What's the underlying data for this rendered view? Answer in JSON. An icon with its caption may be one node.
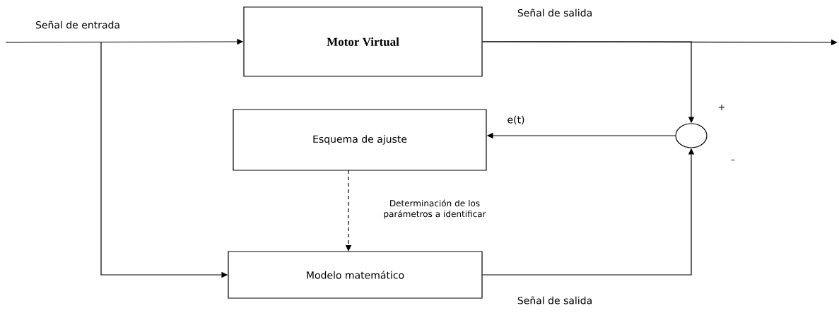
{
  "diagram": {
    "nodes": [
      {
        "text": [
          "Motor Virtual"
        ]
      },
      {
        "text": [
          "Esquema de ajuste"
        ]
      },
      {
        "text": [
          "Modelo matemático"
        ]
      },
      {
        "text": [],
        "shape": "circle",
        "beside": [
          "+",
          "–"
        ]
      }
    ],
    "edges": [
      {
        "from": null,
        "to": 0,
        "arrow": "to",
        "label": "Señal de entrada"
      },
      {
        "from": null,
        "to": 2,
        "arrow": "to"
      },
      {
        "from": 0,
        "to": null,
        "arrow": "to",
        "label": "Señal de salida"
      },
      {
        "from": 0,
        "to": 3,
        "arrow": "to"
      },
      {
        "from": 3,
        "to": 1,
        "arrow": "to",
        "label": "e(t)"
      },
      {
        "from": 1,
        "to": 2,
        "arrow": "to",
        "style": "dashed",
        "label": "Determinación de los parámetros a identificar"
      },
      {
        "from": 2,
        "to": 3,
        "arrow": "to",
        "label": "Señal de salida"
      }
    ]
  }
}
